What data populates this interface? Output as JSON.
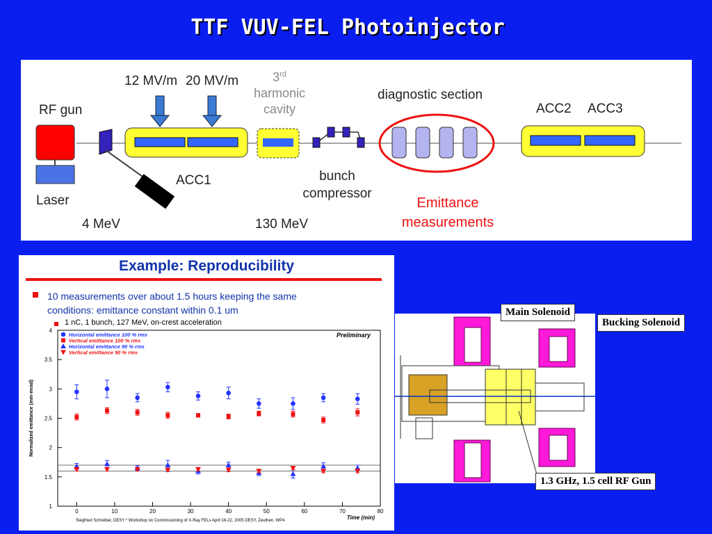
{
  "slide": {
    "title": "TTF VUV-FEL Photoinjector"
  },
  "beamline": {
    "rf_gun": "RF gun",
    "laser": "Laser",
    "gradient1": "12 MV/m",
    "gradient2": "20 MV/m",
    "harmonic_line1": "3",
    "harmonic_sup": "rd",
    "harmonic_line2": "harmonic",
    "harmonic_line3": "cavity",
    "acc1": "ACC1",
    "bunch_line1": "bunch",
    "bunch_line2": "compressor",
    "diagnostic": "diagnostic section",
    "acc2": "ACC2",
    "acc3": "ACC3",
    "emittance_line1": "Emittance",
    "emittance_line2": "measurements",
    "energy1": "4 MeV",
    "energy2": "130 MeV",
    "colors": {
      "gun": "#ff0000",
      "acc": "#ffff33",
      "cavity": "#3366ff",
      "emittance": "#ff2020"
    }
  },
  "repro": {
    "heading": "Example: Reproducibility",
    "bullet1_line1": "10 measurements over about 1.5 hours keeping the same",
    "bullet1_line2": "conditions: emittance constant within 0.1 um",
    "bullet2": "1 nC, 1 bunch, 127 MeV, on-crest acceleration",
    "preliminary": "Preliminary",
    "footer": "Siegfried Schreiber, DESY  * Workshop on Commissioning of X-Ray FELs April 18-22, 2005 DESY, Zeuthen, WP4"
  },
  "chart_data": {
    "type": "scatter",
    "xlabel": "Time (min)",
    "ylabel": "Normalized emittance (mm-mrad)",
    "xlim": [
      -5,
      80
    ],
    "ylim": [
      1,
      4
    ],
    "xticks": [
      0,
      10,
      20,
      30,
      40,
      50,
      60,
      70,
      80
    ],
    "yticks": [
      1,
      1.5,
      2,
      2.5,
      3,
      3.5,
      4
    ],
    "x": [
      0,
      8,
      16,
      24,
      32,
      40,
      48,
      57,
      65,
      74
    ],
    "series": [
      {
        "name": "Horizontal emittance 100 % rms",
        "marker": "circle",
        "color": "#2233ff",
        "values": [
          2.95,
          3.0,
          2.85,
          3.03,
          2.88,
          2.93,
          2.75,
          2.75,
          2.85,
          2.83
        ],
        "err": [
          0.12,
          0.15,
          0.07,
          0.08,
          0.07,
          0.1,
          0.08,
          0.1,
          0.07,
          0.09
        ]
      },
      {
        "name": "Vertical emittance 100 % rms",
        "marker": "square",
        "color": "#ee1111",
        "values": [
          2.52,
          2.63,
          2.6,
          2.55,
          2.55,
          2.53,
          2.58,
          2.57,
          2.47,
          2.6
        ],
        "err": [
          0.05,
          0.05,
          0.05,
          0.05,
          0.03,
          0.04,
          0.04,
          0.05,
          0.05,
          0.06
        ]
      },
      {
        "name": "Horizontal emittance 90 % rms",
        "marker": "triangle-up",
        "color": "#2233ff",
        "values": [
          1.68,
          1.72,
          1.65,
          1.7,
          1.6,
          1.7,
          1.57,
          1.55,
          1.68,
          1.65
        ],
        "err": [
          0.05,
          0.06,
          0.04,
          0.08,
          0.05,
          0.05,
          0.05,
          0.07,
          0.06,
          0.05
        ]
      },
      {
        "name": "Vertical emittance 90 % rms",
        "marker": "triangle-down",
        "color": "#ee1111",
        "values": [
          1.63,
          1.63,
          1.63,
          1.62,
          1.63,
          1.62,
          1.6,
          1.65,
          1.6,
          1.6
        ],
        "err": [
          0.03,
          0.03,
          0.03,
          0.03,
          0.03,
          0.03,
          0.03,
          0.03,
          0.03,
          0.03
        ]
      }
    ],
    "hlines": [
      1.6,
      1.7
    ]
  },
  "gun": {
    "main_solenoid": "Main Solenoid",
    "bucking_solenoid": "Bucking Solenoid",
    "rf_gun_label": "1.3 GHz, 1.5 cell RF Gun"
  }
}
